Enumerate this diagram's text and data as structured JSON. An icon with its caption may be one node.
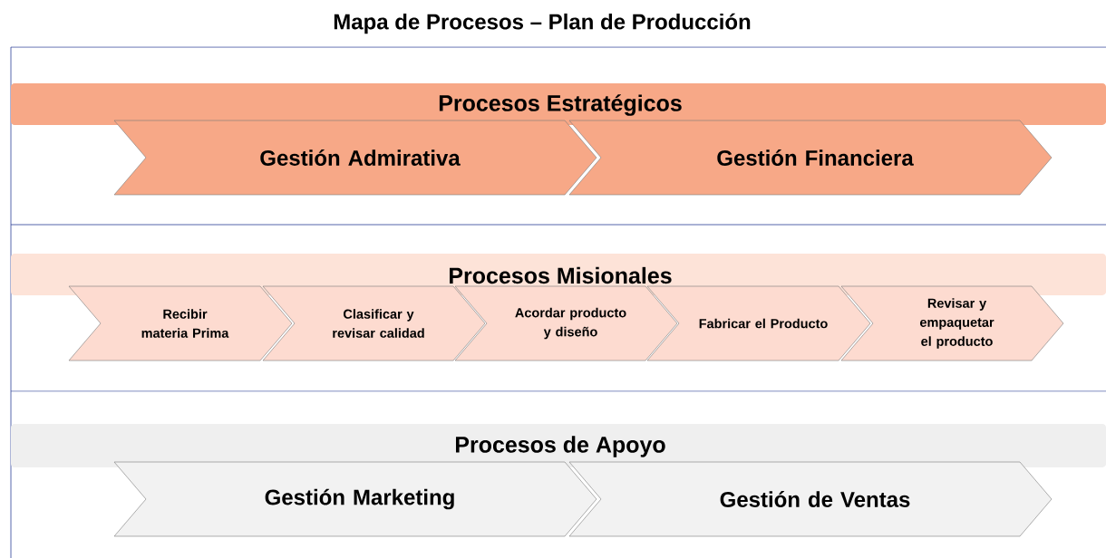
{
  "diagram": {
    "title": "Mapa de Procesos – Plan de Producción",
    "nodes": [
      {
        "text": [
          "Procesos Estratégicos"
        ]
      },
      {
        "text": [
          "Gestión Admirativa"
        ]
      },
      {
        "text": [
          "Gestión Financiera"
        ]
      },
      {
        "text": [
          "Procesos Misionales"
        ]
      },
      {
        "text": [
          "Recibir materia Prima"
        ]
      },
      {
        "text": [
          "Clasificar y revisar calidad"
        ]
      },
      {
        "text": [
          "Acordar producto y diseño"
        ]
      },
      {
        "text": [
          "Fabricar el Producto"
        ]
      },
      {
        "text": [
          "Revisar y empaquetar el producto"
        ]
      },
      {
        "text": [
          "Procesos de Apoyo"
        ]
      },
      {
        "text": [
          "Gestión Marketing"
        ]
      },
      {
        "text": [
          "Gestión de Ventas"
        ]
      }
    ]
  }
}
